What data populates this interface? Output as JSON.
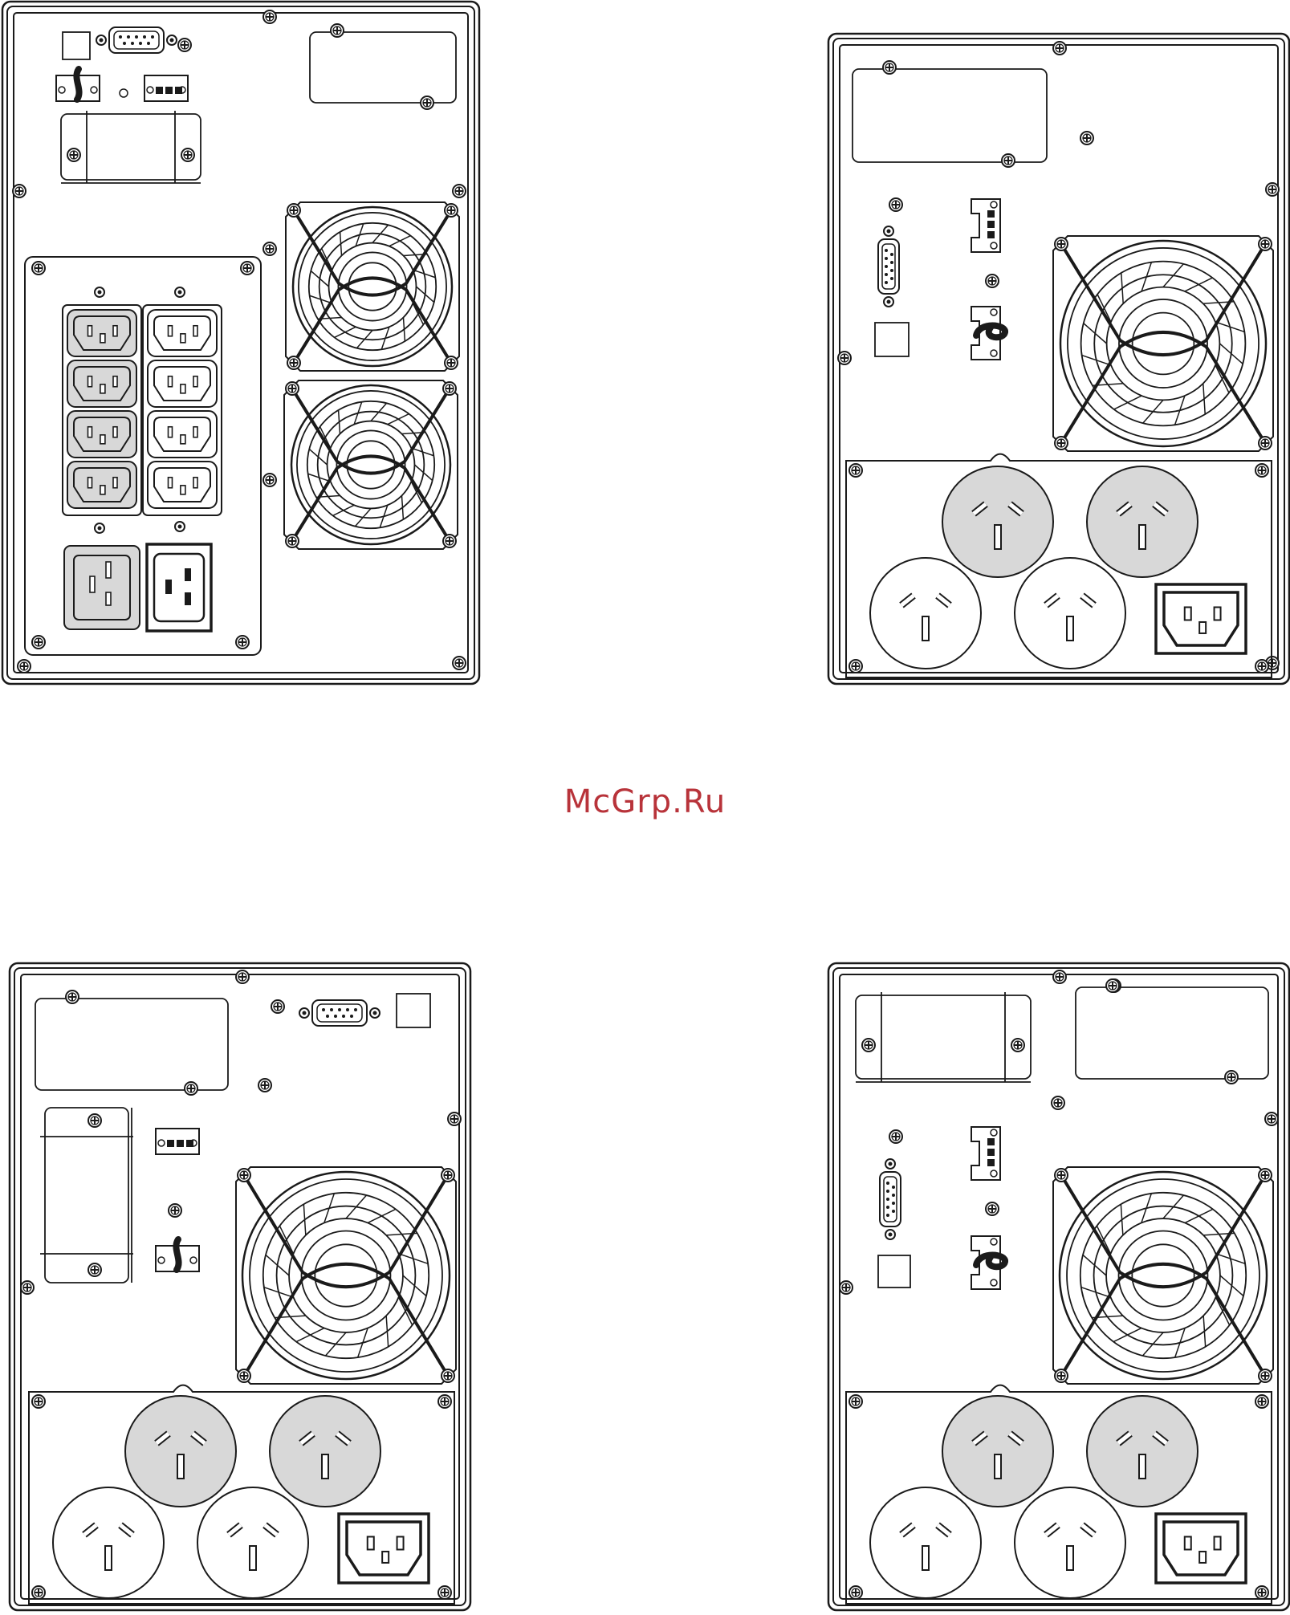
{
  "watermark": {
    "text": "McGrp.Ru",
    "color": "#b8333a"
  },
  "colors": {
    "line": "#1a1a1a",
    "fill_gray": "#d8d8d8",
    "background": "#ffffff"
  },
  "panels": [
    {
      "id": "top-left",
      "model": "iec",
      "fans": 2,
      "iec_c13": 8,
      "iec_c19_out": 1,
      "iec_c20_in": 1
    },
    {
      "id": "top-right",
      "model": "au",
      "fans": 1,
      "au_sockets": 4,
      "iec_inlet": 1
    },
    {
      "id": "bottom-left",
      "model": "au",
      "fans": 1,
      "au_sockets": 4,
      "iec_inlet": 1
    },
    {
      "id": "bottom-right",
      "model": "au",
      "fans": 1,
      "au_sockets": 4,
      "iec_inlet": 1
    }
  ]
}
